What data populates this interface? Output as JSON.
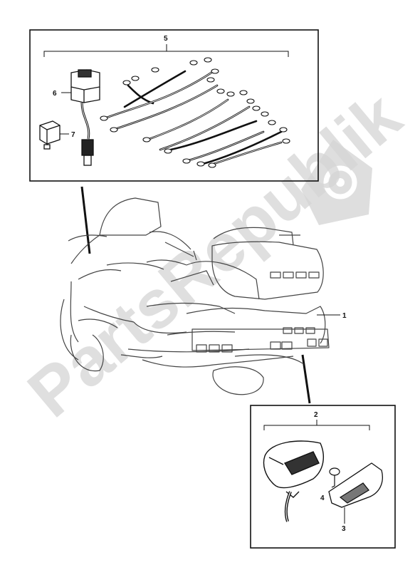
{
  "diagram": {
    "callouts": {
      "c1": "1",
      "c2": "2",
      "c3": "3",
      "c4": "4",
      "c5": "5",
      "c6": "6",
      "c7": "7"
    },
    "watermark": "PartsRepublik"
  }
}
